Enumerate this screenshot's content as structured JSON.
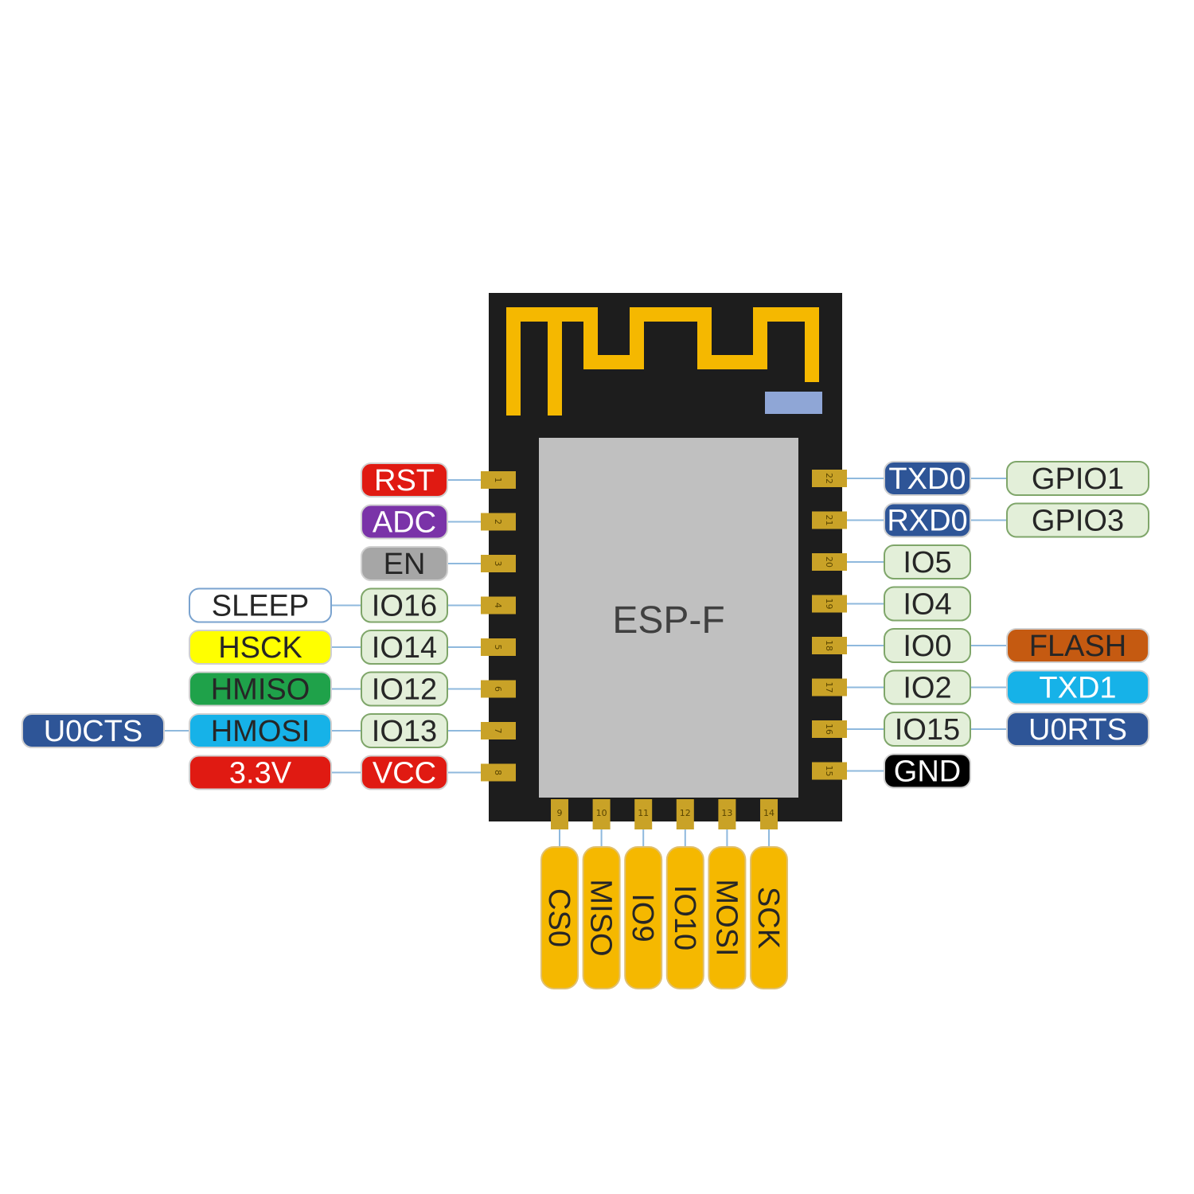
{
  "module": {
    "name": "ESP-F",
    "colors": {
      "board": "#1d1d1d",
      "antenna": "#f5b800",
      "shield": "#c0c0c0",
      "marker": "#8fa6d6",
      "pad": "#c9a227",
      "wire": "#8fb9dd"
    }
  },
  "left_pins": [
    {
      "num": "1",
      "tags": [
        {
          "text": "RST",
          "fill": "#e01a12",
          "text_color": "#ffffff"
        }
      ]
    },
    {
      "num": "2",
      "tags": [
        {
          "text": "ADC",
          "fill": "#7a33a8",
          "text_color": "#ffffff"
        }
      ]
    },
    {
      "num": "3",
      "tags": [
        {
          "text": "EN",
          "fill": "#a6a6a6",
          "text_color": "#262626"
        }
      ]
    },
    {
      "num": "4",
      "tags": [
        {
          "text": "IO16",
          "fill": "#e3efd9",
          "text_color": "#262626"
        },
        {
          "text": "SLEEP",
          "fill": "#ffffff",
          "text_color": "#262626"
        }
      ]
    },
    {
      "num": "5",
      "tags": [
        {
          "text": "IO14",
          "fill": "#e3efd9",
          "text_color": "#262626"
        },
        {
          "text": "HSCK",
          "fill": "#ffff00",
          "text_color": "#262626"
        }
      ]
    },
    {
      "num": "6",
      "tags": [
        {
          "text": "IO12",
          "fill": "#e3efd9",
          "text_color": "#262626"
        },
        {
          "text": "HMISO",
          "fill": "#1fa24a",
          "text_color": "#262626"
        }
      ]
    },
    {
      "num": "7",
      "tags": [
        {
          "text": "IO13",
          "fill": "#e3efd9",
          "text_color": "#262626"
        },
        {
          "text": "HMOSI",
          "fill": "#16b2e8",
          "text_color": "#262626"
        },
        {
          "text": "U0CTS",
          "fill": "#2e5597",
          "text_color": "#ffffff"
        }
      ]
    },
    {
      "num": "8",
      "tags": [
        {
          "text": "VCC",
          "fill": "#e01a12",
          "text_color": "#ffffff"
        },
        {
          "text": "3.3V",
          "fill": "#e01a12",
          "text_color": "#ffffff"
        }
      ]
    }
  ],
  "right_pins": [
    {
      "num": "22",
      "tags": [
        {
          "text": "TXD0",
          "fill": "#2e5597",
          "text_color": "#ffffff"
        },
        {
          "text": "GPIO1",
          "fill": "#e3efd9",
          "text_color": "#262626"
        }
      ]
    },
    {
      "num": "21",
      "tags": [
        {
          "text": "RXD0",
          "fill": "#2e5597",
          "text_color": "#ffffff"
        },
        {
          "text": "GPIO3",
          "fill": "#e3efd9",
          "text_color": "#262626"
        }
      ]
    },
    {
      "num": "20",
      "tags": [
        {
          "text": "IO5",
          "fill": "#e3efd9",
          "text_color": "#262626"
        }
      ]
    },
    {
      "num": "19",
      "tags": [
        {
          "text": "IO4",
          "fill": "#e3efd9",
          "text_color": "#262626"
        }
      ]
    },
    {
      "num": "18",
      "tags": [
        {
          "text": "IO0",
          "fill": "#e3efd9",
          "text_color": "#262626"
        },
        {
          "text": "FLASH",
          "fill": "#c55a11",
          "text_color": "#262626"
        }
      ]
    },
    {
      "num": "17",
      "tags": [
        {
          "text": "IO2",
          "fill": "#e3efd9",
          "text_color": "#262626"
        },
        {
          "text": "TXD1",
          "fill": "#16b2e8",
          "text_color": "#ffffff"
        }
      ]
    },
    {
      "num": "16",
      "tags": [
        {
          "text": "IO15",
          "fill": "#e3efd9",
          "text_color": "#262626"
        },
        {
          "text": "U0RTS",
          "fill": "#2e5597",
          "text_color": "#ffffff"
        }
      ]
    },
    {
      "num": "15",
      "tags": [
        {
          "text": "GND",
          "fill": "#000000",
          "text_color": "#ffffff"
        }
      ]
    }
  ],
  "bottom_pins": [
    {
      "num": "9",
      "tag": "CS0"
    },
    {
      "num": "10",
      "tag": "MISO"
    },
    {
      "num": "11",
      "tag": "IO9"
    },
    {
      "num": "12",
      "tag": "IO10"
    },
    {
      "num": "13",
      "tag": "MOSI"
    },
    {
      "num": "14",
      "tag": "SCK"
    }
  ],
  "bottom_tag_fill": "#f5b800",
  "bottom_tag_text": "#262626"
}
